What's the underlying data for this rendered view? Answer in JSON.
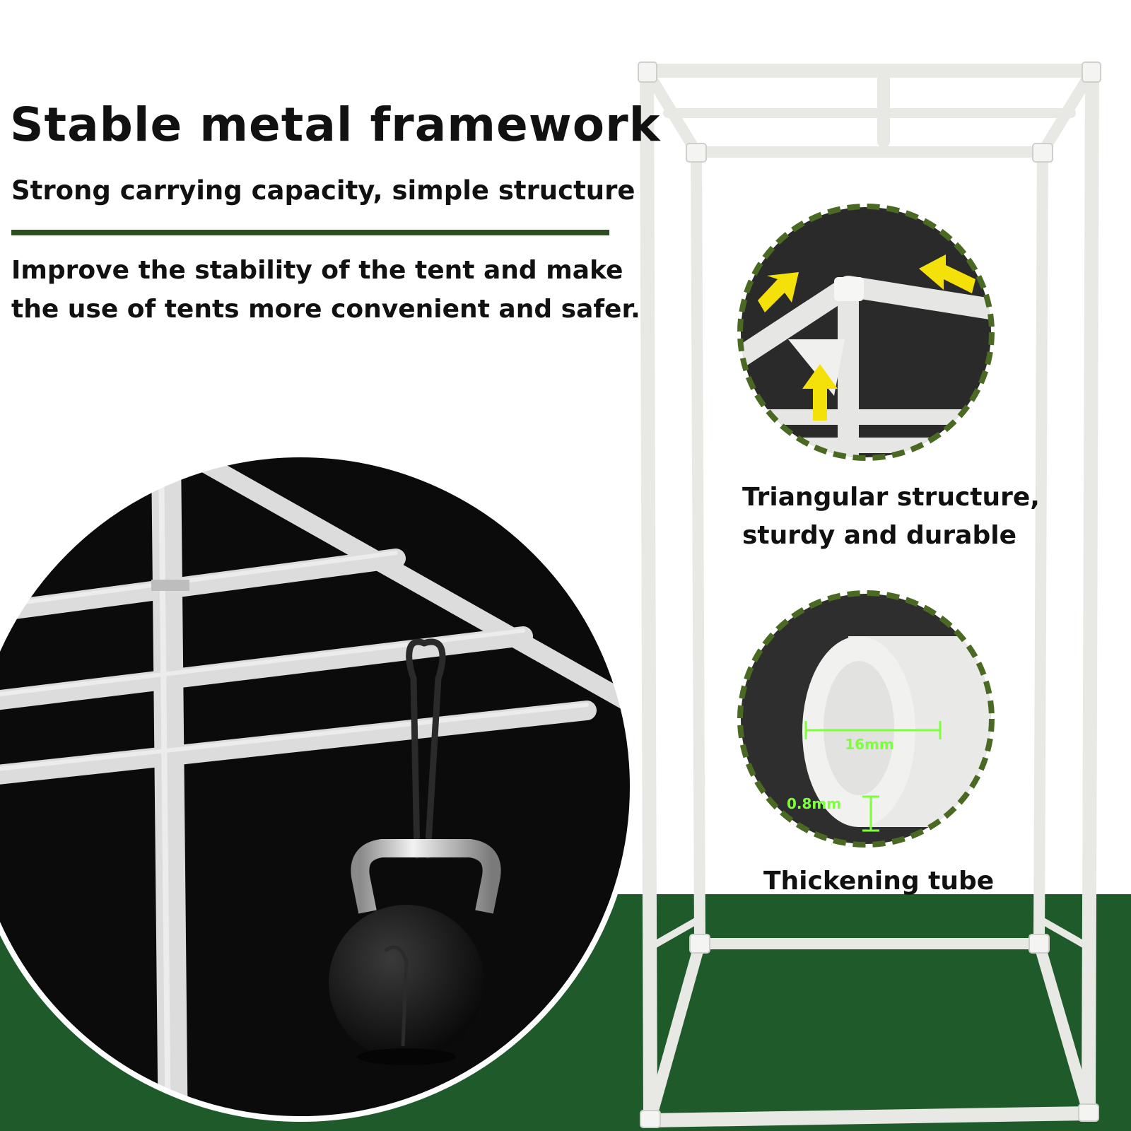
{
  "headline": "Stable metal framework",
  "subheadline": "Strong carrying capacity, simple structure",
  "description": [
    "Improve the stability of the tent and make",
    "the use of tents more convenient and safer."
  ],
  "callouts": [
    {
      "caption": [
        "Triangular structure,",
        "sturdy and durable"
      ]
    },
    {
      "caption": [
        "Thickening tube"
      ],
      "dimension_labels": [
        "16mm",
        "0.8mm"
      ]
    }
  ],
  "colors": {
    "accent_green": "#2e5020",
    "floor_green": "#1f5a2a",
    "dash_green": "#4a6a24",
    "arrow_yellow": "#f5e10a",
    "measure_green": "#7cff3c",
    "text": "#111111",
    "tube_white": "#ececea",
    "dark_bg": "#0b0b0b"
  }
}
